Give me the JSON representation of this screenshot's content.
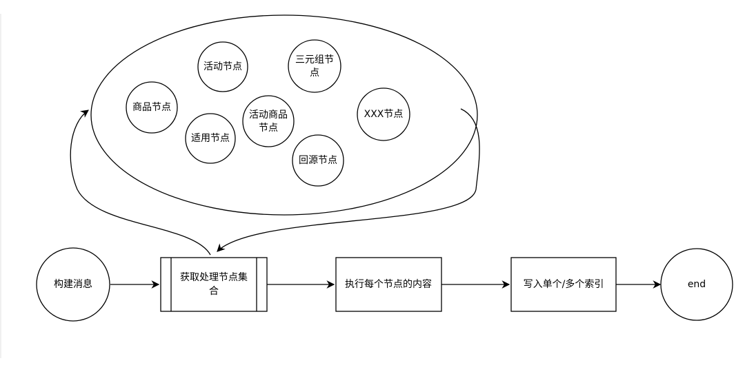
{
  "diagram": {
    "cluster": {
      "nodes": [
        {
          "id": "activity",
          "label": "活动节点"
        },
        {
          "id": "triple",
          "label": "三元组节点"
        },
        {
          "id": "product",
          "label": "商品节点"
        },
        {
          "id": "activity-product",
          "label": "活动商品节点"
        },
        {
          "id": "xxx",
          "label": "XXX节点"
        },
        {
          "id": "apply",
          "label": "适用节点"
        },
        {
          "id": "origin",
          "label": "回源节点"
        }
      ]
    },
    "flow": [
      {
        "id": "build-message",
        "label": "构建消息"
      },
      {
        "id": "get-node-set",
        "label": "获取处理节点集合"
      },
      {
        "id": "execute-node",
        "label": "执行每个节点的内容"
      },
      {
        "id": "write-index",
        "label": "写入单个/多个索引"
      },
      {
        "id": "end",
        "label": "end"
      }
    ]
  }
}
